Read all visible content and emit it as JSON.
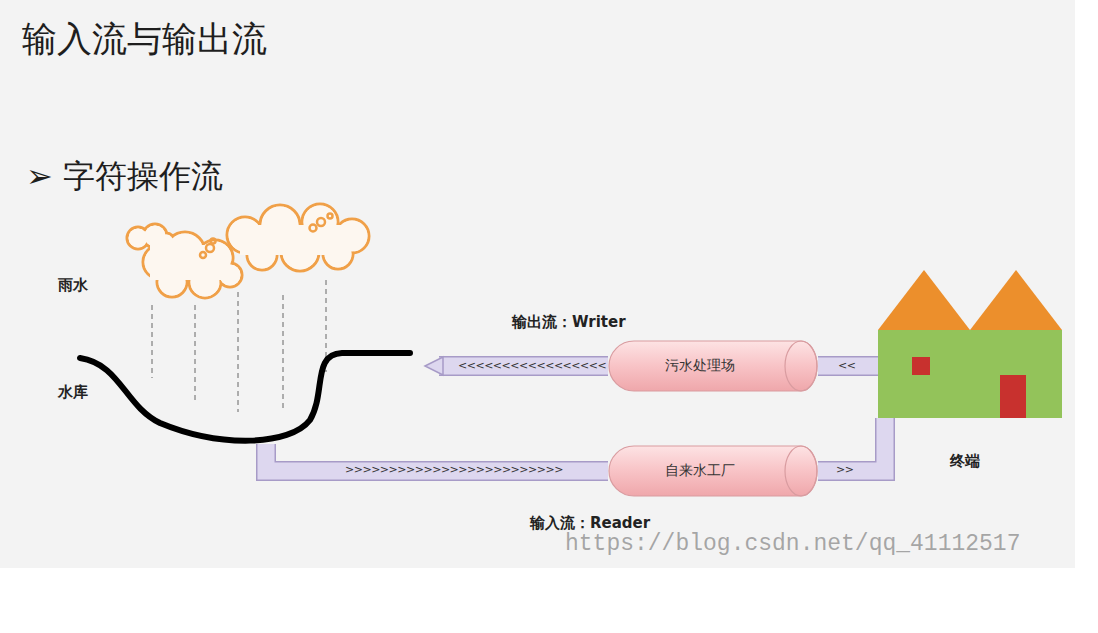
{
  "diagram": {
    "title": "输入流与输出流",
    "nodes": [
      {
        "text": [
          "水库"
        ]
      },
      {
        "text": [
          "污水处理场"
        ]
      },
      {
        "text": [
          "自来水工厂"
        ]
      },
      {
        "text": [
          "终端"
        ]
      }
    ],
    "edges": [
      {
        "from": 3,
        "to": 1,
        "arrow": "none"
      },
      {
        "from": 1,
        "to": 0,
        "arrow": "to"
      },
      {
        "from": 0,
        "to": 2,
        "arrow": "none"
      },
      {
        "from": 2,
        "to": 3,
        "arrow": "none"
      }
    ],
    "labels": [
      "➢ 字符操作流",
      "雨水",
      "输出流：Writer",
      "<<<<<<<<<<<<<<<<<",
      "<<",
      ">>>>>>>>>>>>>>>>>>>>>>>>>",
      ">>",
      "输入流：Reader",
      "https://blog.csdn.net/qq_41112517"
    ]
  }
}
